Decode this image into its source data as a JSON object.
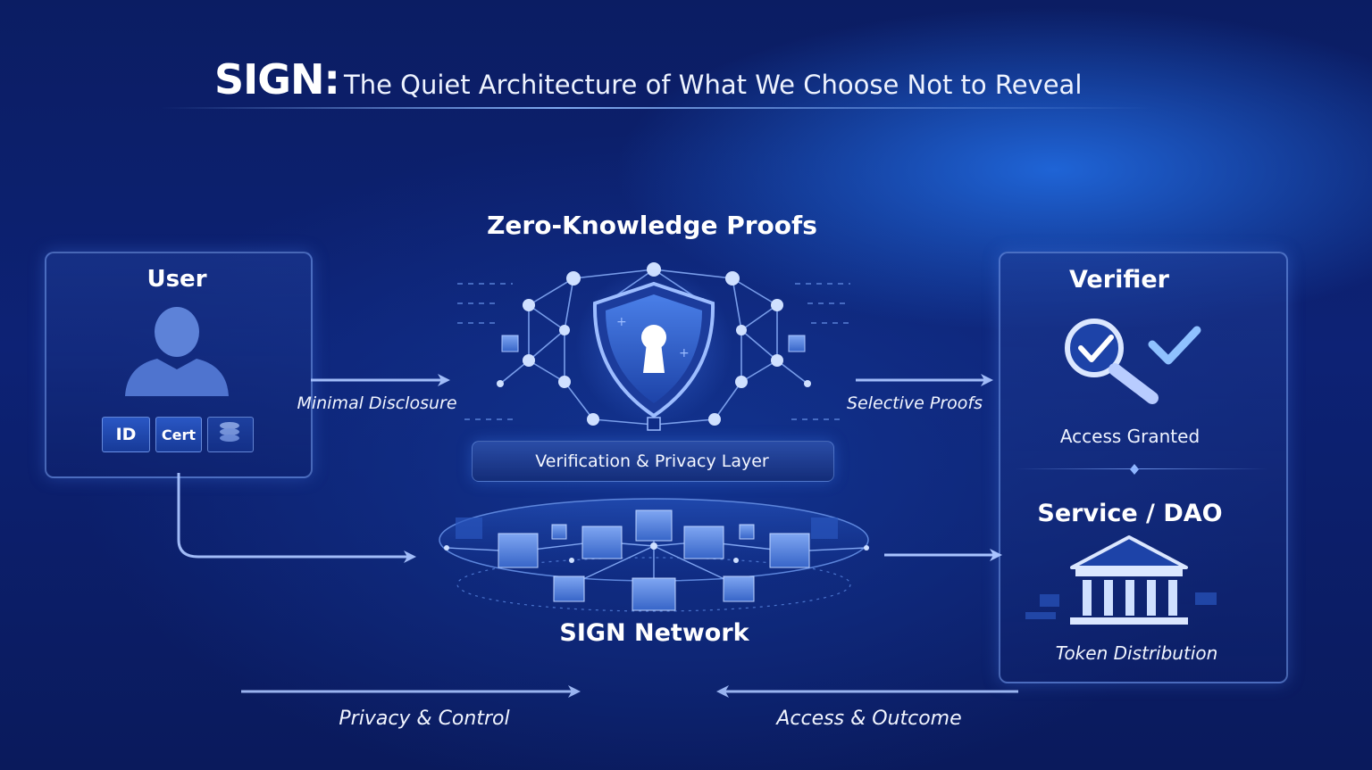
{
  "header": {
    "brand": "SIGN:",
    "subtitle": "The Quiet Architecture of What We Choose Not to Reveal"
  },
  "user": {
    "title": "User",
    "credentials": [
      "ID",
      "Cert"
    ],
    "credential_icons": [
      "user-silhouette-icon",
      "coins-icon"
    ]
  },
  "zk": {
    "title": "Zero-Knowledge Proofs",
    "layer_label": "Verification & Privacy Layer",
    "icons": [
      "shield-keyhole-icon",
      "network-graph-icon"
    ]
  },
  "network": {
    "title": "SIGN Network",
    "icons": [
      "blockchain-cubes-icon"
    ]
  },
  "verifier": {
    "title": "Verifier",
    "status": "Access Granted",
    "icons": [
      "magnifier-check-icon",
      "checkmark-icon"
    ]
  },
  "service": {
    "title": "Service / DAO",
    "caption": "Token Distribution",
    "icons": [
      "institution-building-icon"
    ]
  },
  "flows": {
    "minimal_disclosure": "Minimal Disclosure",
    "selective_proofs": "Selective Proofs",
    "privacy_control": "Privacy & Control",
    "access_outcome": "Access & Outcome"
  },
  "colors": {
    "background": "#0d2275",
    "accent": "#8fb6ff",
    "panel_border": "#7aa0f0",
    "shield": "#2f62d8"
  }
}
